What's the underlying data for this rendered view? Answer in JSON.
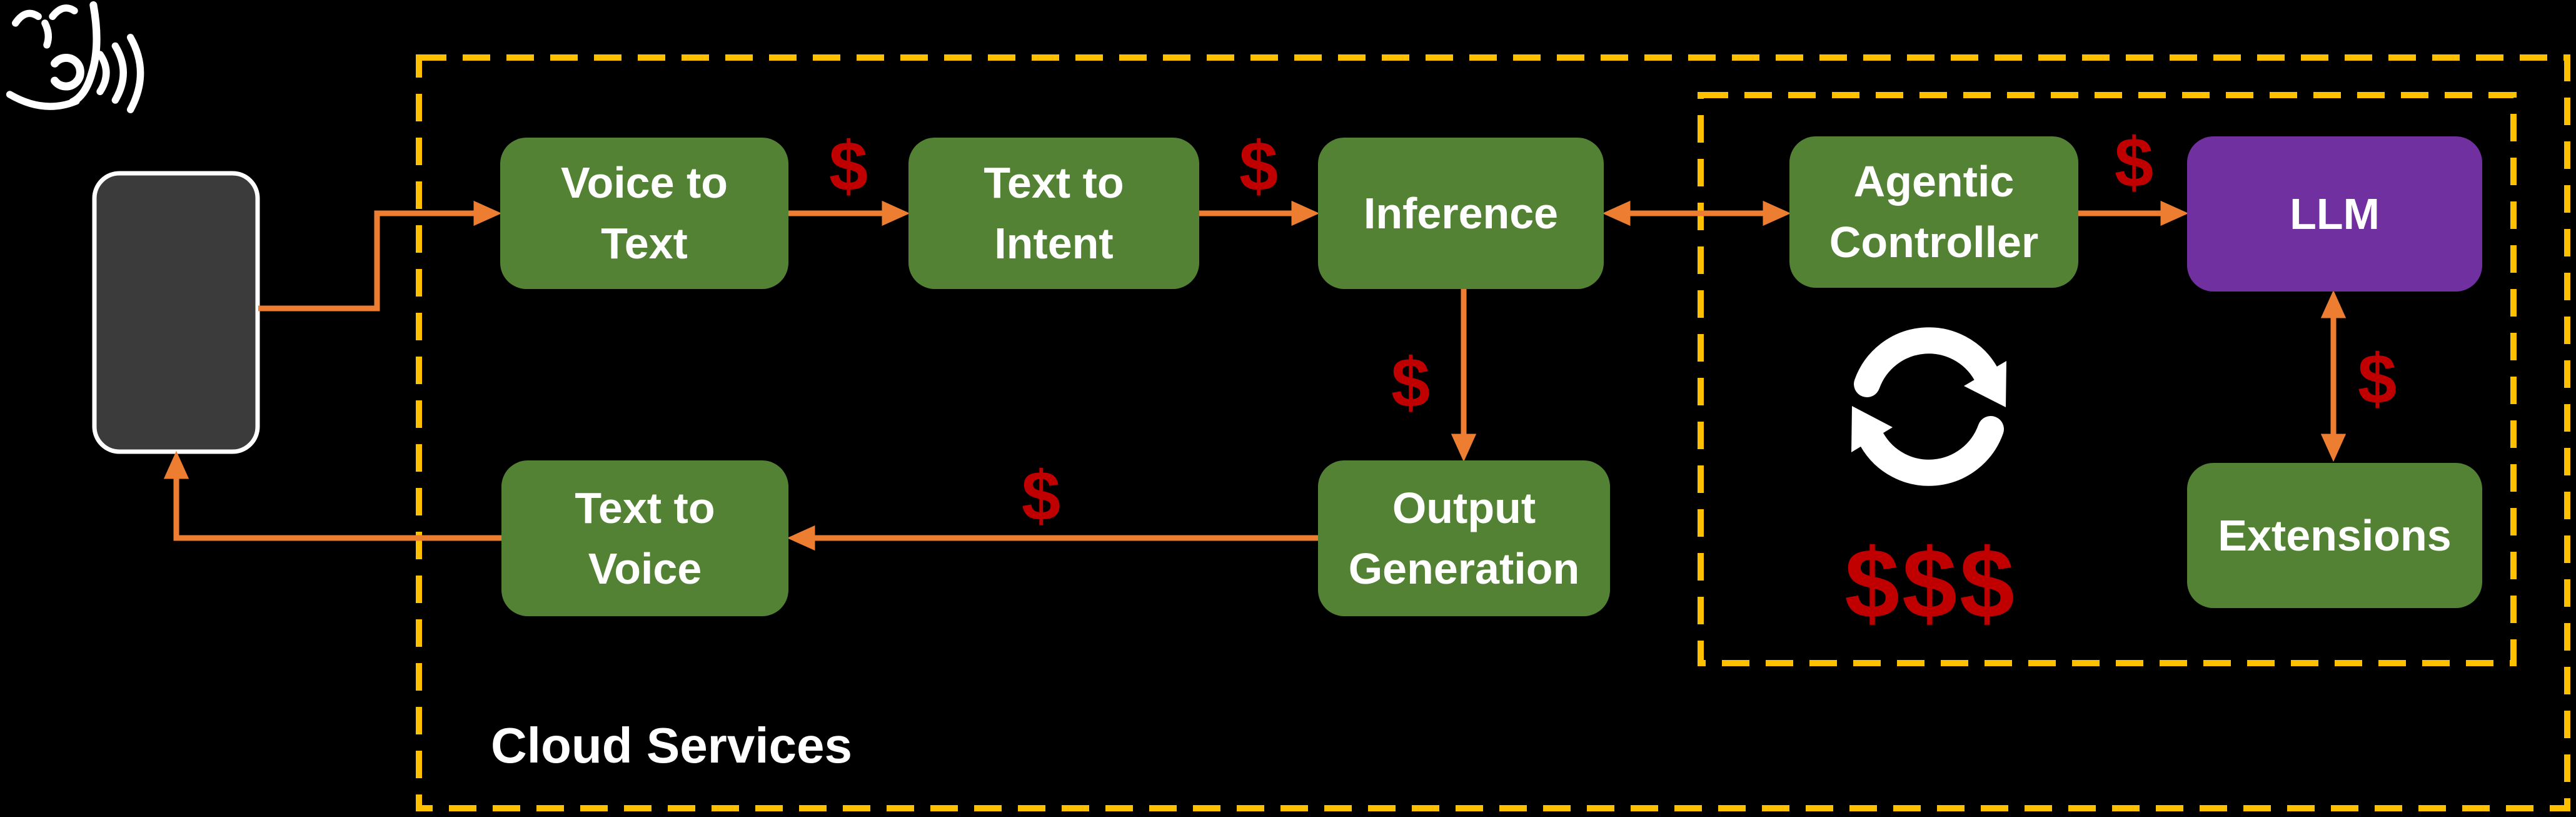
{
  "cloud_box_label": "Cloud Services",
  "nodes": [
    {
      "id": "voice-to-text",
      "label": "Voice to Text",
      "lines": [
        "Voice to",
        "Text"
      ],
      "type": "service"
    },
    {
      "id": "text-to-intent",
      "label": "Text to Intent",
      "lines": [
        "Text to",
        "Intent"
      ],
      "type": "service"
    },
    {
      "id": "inference",
      "label": "Inference",
      "lines": [
        "Inference"
      ],
      "type": "service"
    },
    {
      "id": "agentic-controller",
      "label": "Agentic Controller",
      "lines": [
        "Agentic",
        "Controller"
      ],
      "type": "service"
    },
    {
      "id": "llm",
      "label": "LLM",
      "lines": [
        "LLM"
      ],
      "type": "llm"
    },
    {
      "id": "output-generation",
      "label": "Output Generation",
      "lines": [
        "Output",
        "Generation"
      ],
      "type": "service"
    },
    {
      "id": "text-to-voice",
      "label": "Text to Voice",
      "lines": [
        "Text to",
        "Voice"
      ],
      "type": "service"
    },
    {
      "id": "extensions",
      "label": "Extensions",
      "lines": [
        "Extensions"
      ],
      "type": "service"
    }
  ],
  "cost_markers": [
    {
      "id": "cost-stt-to-intent",
      "text": "$"
    },
    {
      "id": "cost-intent-to-inference",
      "text": "$"
    },
    {
      "id": "cost-inference-to-output",
      "text": "$"
    },
    {
      "id": "cost-output-to-tts",
      "text": "$"
    },
    {
      "id": "cost-controller-to-llm",
      "text": "$"
    },
    {
      "id": "cost-llm-extensions",
      "text": "$"
    },
    {
      "id": "cost-agent-loop",
      "text": "$$$"
    }
  ],
  "connections": [
    {
      "from": "user-device",
      "to": "voice-to-text",
      "style": "single"
    },
    {
      "from": "voice-to-text",
      "to": "text-to-intent",
      "style": "single"
    },
    {
      "from": "text-to-intent",
      "to": "inference",
      "style": "single"
    },
    {
      "from": "inference",
      "to": "agentic-controller",
      "style": "double"
    },
    {
      "from": "agentic-controller",
      "to": "llm",
      "style": "single"
    },
    {
      "from": "llm",
      "to": "extensions",
      "style": "double"
    },
    {
      "from": "inference",
      "to": "output-generation",
      "style": "single"
    },
    {
      "from": "output-generation",
      "to": "text-to-voice",
      "style": "single"
    },
    {
      "from": "text-to-voice",
      "to": "user-device",
      "style": "single"
    }
  ],
  "icons": {
    "speaker": "speaking-face-icon",
    "device": "smartphone",
    "loop": "sync-loop-icon"
  },
  "colors": {
    "background": "#000000",
    "service_box": "#548235",
    "llm_box": "#7030A0",
    "arrow": "#ED7D31",
    "cost": "#C00000",
    "boundary": "#FFC000",
    "label_text": "#FFFFFF",
    "device_fill": "#3B3B3B",
    "device_border": "#FFFFFF"
  }
}
